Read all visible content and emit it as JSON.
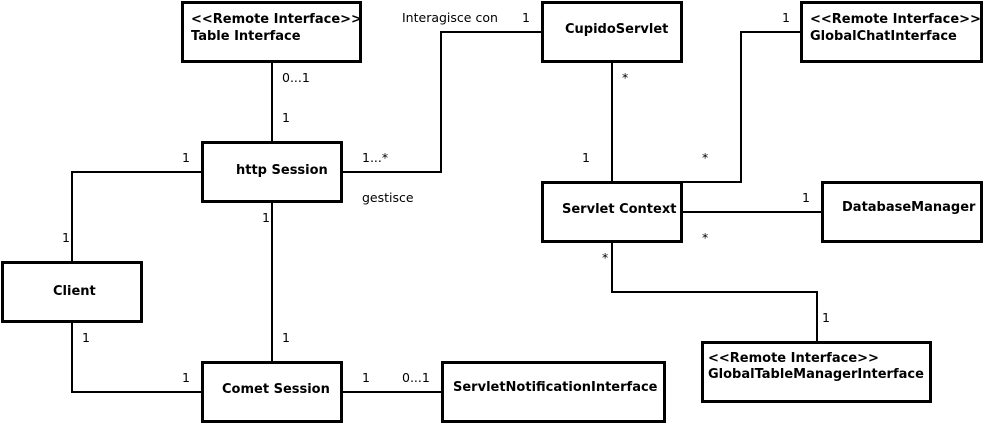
{
  "classes": {
    "table_interface": {
      "stereotype": "<<Remote Interface>>",
      "name": "Table Interface"
    },
    "cupido_servlet": {
      "name": "CupidoServlet"
    },
    "global_chat_interface": {
      "stereotype": "<<Remote Interface>>",
      "name": "GlobalChatInterface"
    },
    "http_session": {
      "name": "http Session"
    },
    "servlet_context": {
      "name": "Servlet Context"
    },
    "database_manager": {
      "name": "DatabaseManager"
    },
    "client": {
      "name": "Client"
    },
    "comet_session": {
      "name": "Comet Session"
    },
    "servlet_notification_interface": {
      "name": "ServletNotificationInterface"
    },
    "global_table_manager_interface": {
      "stereotype": "<<Remote Interface>>",
      "name": "GlobalTableManagerInterface"
    }
  },
  "associations": {
    "table_http": {
      "end_a": "0...1",
      "end_b": "1"
    },
    "http_cupido": {
      "label": "Interagisce con",
      "end_a": "1...*",
      "end_b": "1"
    },
    "http_context": {
      "label": "gestisce"
    },
    "cupido_context": {
      "end_a": "*",
      "end_b": "1"
    },
    "context_chat": {
      "end_a": "*",
      "end_b": "1"
    },
    "context_db": {
      "end_a": "*",
      "end_b": "1"
    },
    "context_gtm": {
      "end_a": "*",
      "end_b": "1"
    },
    "client_http": {
      "end_a": "1",
      "end_b": "1"
    },
    "client_comet": {
      "end_a": "1",
      "end_b": "1"
    },
    "http_comet": {
      "end_a": "1",
      "end_b": "1"
    },
    "comet_notify": {
      "end_a": "1",
      "end_b": "0...1"
    }
  }
}
